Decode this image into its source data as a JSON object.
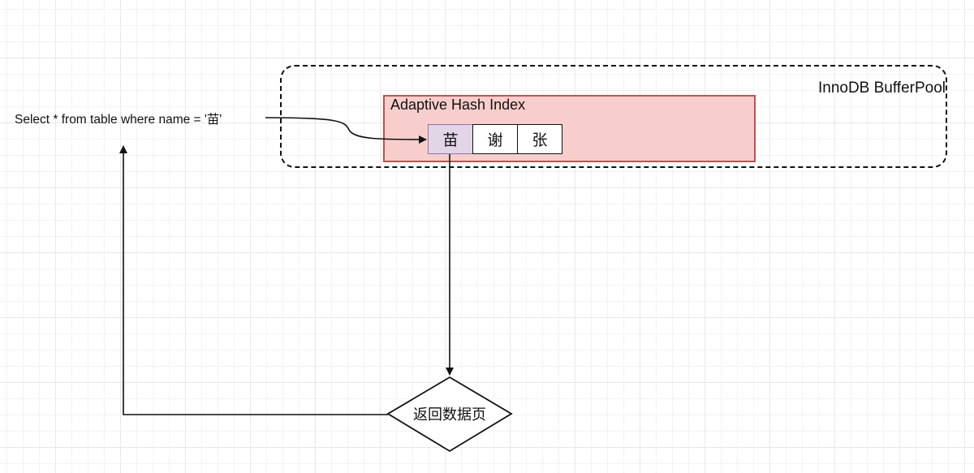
{
  "buffer_pool": {
    "title": "InnoDB BufferPool"
  },
  "hash_index": {
    "title": "Adaptive Hash Index",
    "keys": [
      "苗",
      "谢",
      "张"
    ],
    "highlighted_key": "苗"
  },
  "query": {
    "text": "Select * from table where name = '苗'"
  },
  "result": {
    "label": "返回数据页"
  },
  "colors": {
    "hash_index_fill": "#f8cecc",
    "hash_index_stroke": "#b85450",
    "highlight_fill": "#e1d5e7",
    "highlight_stroke": "#9673a6",
    "line": "#111111"
  }
}
